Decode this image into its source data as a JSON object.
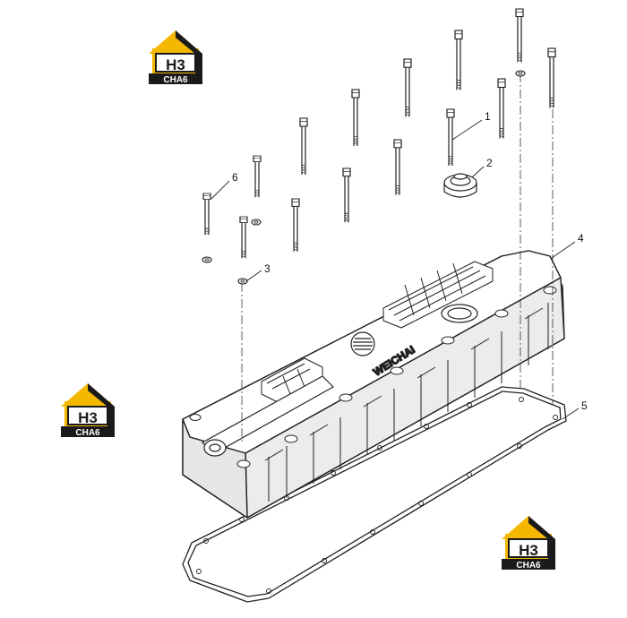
{
  "diagram": {
    "callouts": [
      "1",
      "2",
      "3",
      "4",
      "5",
      "6"
    ],
    "cover_brand": "WEICHAI"
  },
  "watermark": {
    "big": "H3",
    "small": "CHA6",
    "colors": {
      "yellow": "#f5b800",
      "dark": "#1a1a1a"
    }
  }
}
